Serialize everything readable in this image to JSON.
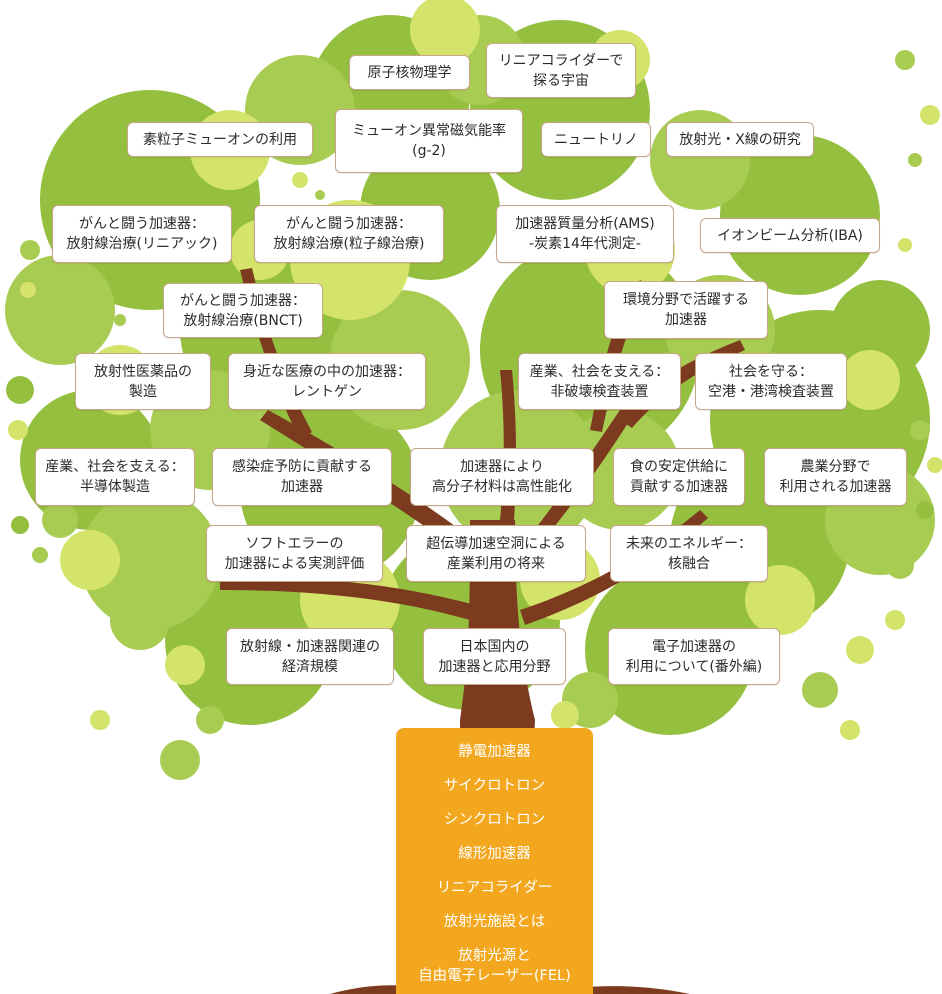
{
  "colors": {
    "leaf_dark": "#94bf3f",
    "leaf_mid": "#a8cc52",
    "leaf_light": "#d4e36a",
    "trunk": "#7c3b1e",
    "trunk_box": "#f2a71f",
    "node_border": "#c9a58a"
  },
  "nodes": [
    {
      "id": "genshikaku",
      "label": "原子核物理学"
    },
    {
      "id": "linear-collider-universe",
      "label": "リニアコライダーで\n探る宇宙"
    },
    {
      "id": "muon-use",
      "label": "素粒子ミューオンの利用"
    },
    {
      "id": "muon-g2",
      "label": "ミューオン異常磁気能率\n(g-2)"
    },
    {
      "id": "neutrino",
      "label": "ニュートリノ"
    },
    {
      "id": "synchrotron-xray",
      "label": "放射光・X線の研究"
    },
    {
      "id": "cancer-linac",
      "label": "がんと闘う加速器：\n放射線治療(リニアック)"
    },
    {
      "id": "cancer-particle",
      "label": "がんと闘う加速器：\n放射線治療(粒子線治療)"
    },
    {
      "id": "ams",
      "label": "加速器質量分析(AMS)\n-炭素14年代測定-"
    },
    {
      "id": "iba",
      "label": "イオンビーム分析(IBA)"
    },
    {
      "id": "cancer-bnct",
      "label": "がんと闘う加速器：\n放射線治療(BNCT)"
    },
    {
      "id": "environment",
      "label": "環境分野で活躍する\n加速器"
    },
    {
      "id": "radiopharma",
      "label": "放射性医薬品の\n製造"
    },
    {
      "id": "xray-medical",
      "label": "身近な医療の中の加速器：\nレントゲン"
    },
    {
      "id": "ndt",
      "label": "産業、社会を支える：\n非破壊検査装置"
    },
    {
      "id": "airport-inspection",
      "label": "社会を守る：\n空港・港湾検査装置"
    },
    {
      "id": "semiconductor",
      "label": "産業、社会を支える：\n半導体製造"
    },
    {
      "id": "infection",
      "label": "感染症予防に貢献する\n加速器"
    },
    {
      "id": "polymer",
      "label": "加速器により\n高分子材料は高性能化"
    },
    {
      "id": "food",
      "label": "食の安定供給に\n貢献する加速器"
    },
    {
      "id": "agriculture",
      "label": "農業分野で\n利用される加速器"
    },
    {
      "id": "soft-error",
      "label": "ソフトエラーの\n加速器による実測評価"
    },
    {
      "id": "srf",
      "label": "超伝導加速空洞による\n産業利用の将来"
    },
    {
      "id": "fusion",
      "label": "未来のエネルギー：\n核融合"
    },
    {
      "id": "economy",
      "label": "放射線・加速器関連の\n経済規模"
    },
    {
      "id": "japan-accelerators",
      "label": "日本国内の\n加速器と応用分野"
    },
    {
      "id": "electron-accelerators",
      "label": "電子加速器の\n利用について(番外編)"
    }
  ],
  "trunk_items": [
    {
      "id": "electrostatic",
      "label": "静電加速器"
    },
    {
      "id": "cyclotron",
      "label": "サイクロトロン"
    },
    {
      "id": "synchrotron",
      "label": "シンクロトロン"
    },
    {
      "id": "linac",
      "label": "線形加速器"
    },
    {
      "id": "linear-collider",
      "label": "リニアコライダー"
    },
    {
      "id": "sr-facility",
      "label": "放射光施設とは"
    },
    {
      "id": "fel",
      "label": "放射光源と\n自由電子レーザー(FEL)"
    }
  ]
}
